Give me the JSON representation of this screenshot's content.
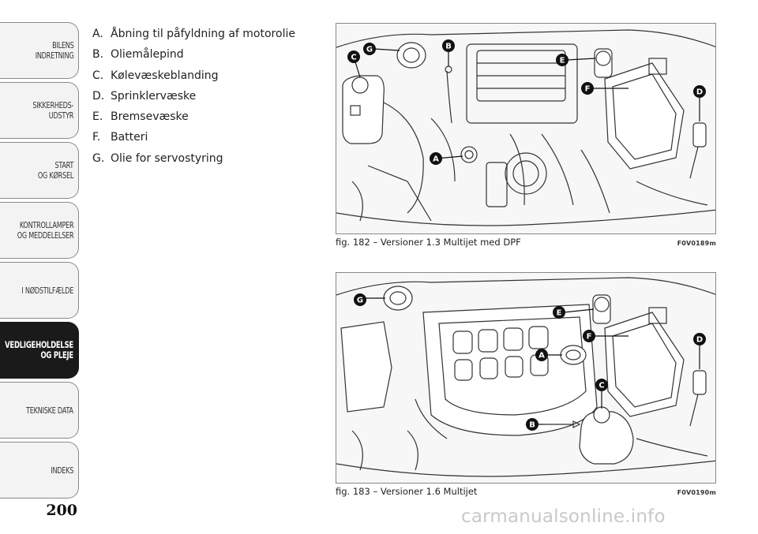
{
  "sidebar": {
    "tabs": [
      {
        "label": "BILENS\nINDRETNING",
        "active": false
      },
      {
        "label": "SIKKERHEDS-\nUDSTYR",
        "active": false
      },
      {
        "label": "START\nOG KØRSEL",
        "active": false
      },
      {
        "label": "KONTROLLAMPER\nOG MEDDELELSER",
        "active": false
      },
      {
        "label": "I NØDSTILFÆLDE",
        "active": false
      },
      {
        "label": "VEDLIGEHOLDELSE\nOG PLEJE",
        "active": true
      },
      {
        "label": "TEKNISKE DATA",
        "active": false
      },
      {
        "label": "INDEKS",
        "active": false
      }
    ]
  },
  "page_number": "200",
  "legend": [
    {
      "key": "A.",
      "text": "Åbning til påfyldning af motorolie"
    },
    {
      "key": "B.",
      "text": "Oliemålepind"
    },
    {
      "key": "C.",
      "text": "Kølevæskeblanding"
    },
    {
      "key": "D.",
      "text": "Sprinklervæske"
    },
    {
      "key": "E.",
      "text": "Bremsevæske"
    },
    {
      "key": "F.",
      "text": "Batteri"
    },
    {
      "key": "G.",
      "text": "Olie for servostyring"
    }
  ],
  "figures": [
    {
      "caption": "fig. 182 – Versioner 1.3 Multijet med DPF",
      "code": "F0V0189m",
      "callouts": [
        "A",
        "B",
        "C",
        "D",
        "E",
        "F",
        "G"
      ]
    },
    {
      "caption": "fig. 183 – Versioner 1.6 Multijet",
      "code": "F0V0190m",
      "callouts": [
        "A",
        "B",
        "C",
        "D",
        "E",
        "F",
        "G"
      ]
    }
  ],
  "watermark": "carmanualsonline.info"
}
